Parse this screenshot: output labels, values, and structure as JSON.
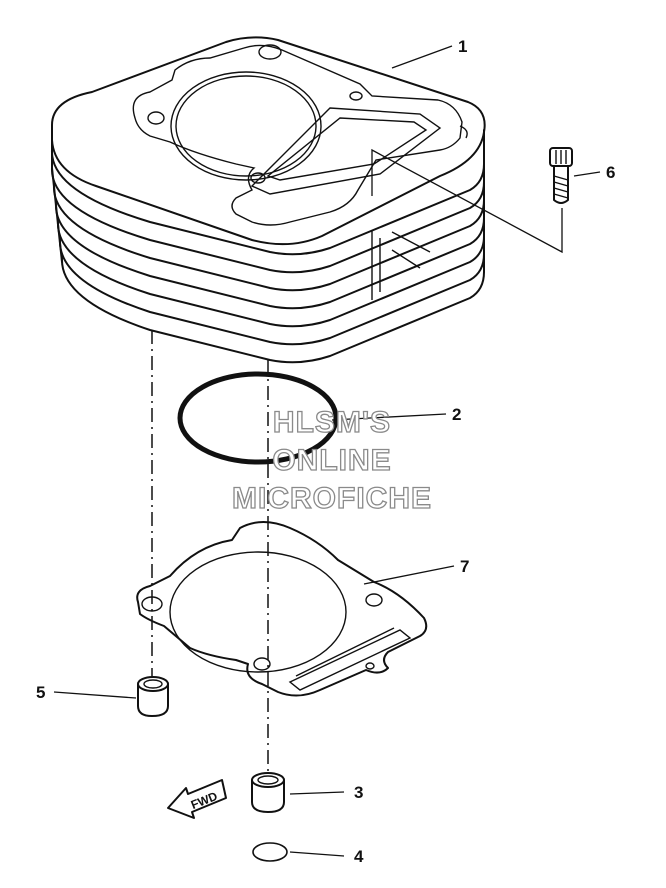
{
  "callouts": {
    "cylinder": "1",
    "o_ring_large": "2",
    "dowel_pin_front": "3",
    "o_ring_small": "4",
    "dowel_pin_rear": "5",
    "bolt": "6",
    "gasket": "7"
  },
  "watermark": {
    "line1": "HLSM'S",
    "line2": "ONLINE",
    "line3": "MICROFICHE"
  },
  "direction_arrow": "FWD"
}
